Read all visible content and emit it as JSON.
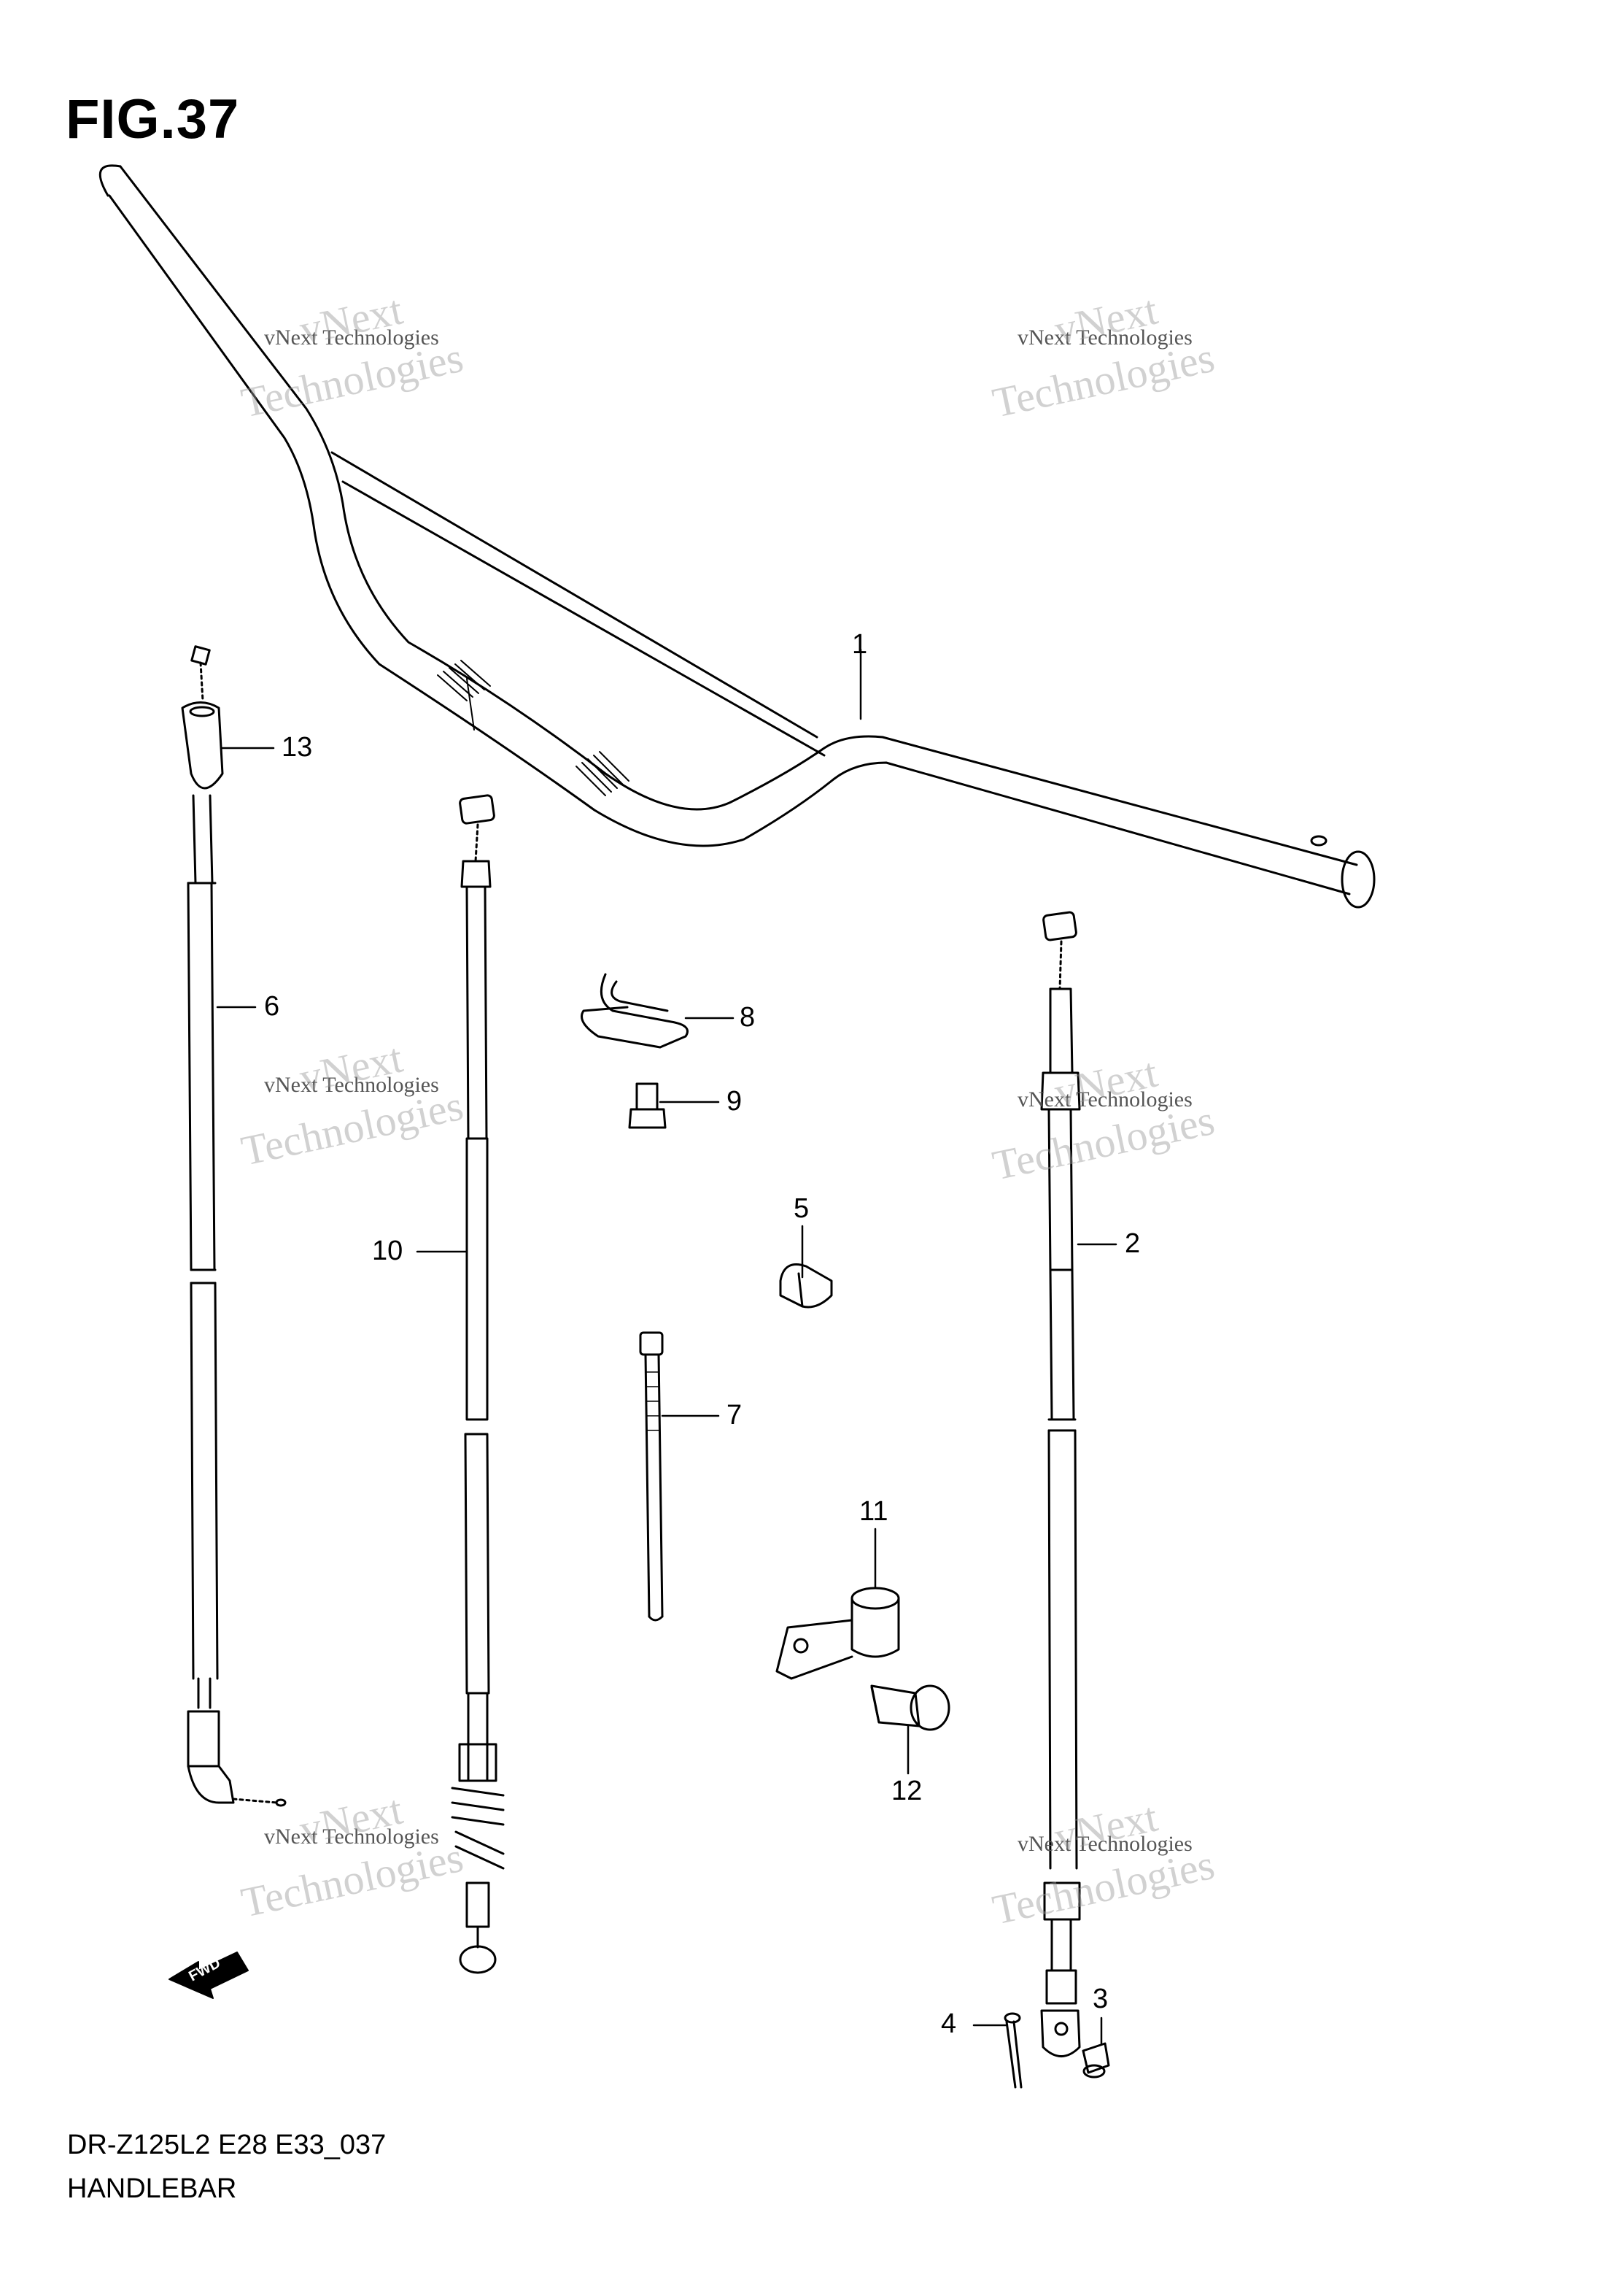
{
  "figure": {
    "title": "FIG.37"
  },
  "callouts": [
    "1",
    "2",
    "3",
    "4",
    "5",
    "6",
    "7",
    "8",
    "9",
    "10",
    "11",
    "12",
    "13"
  ],
  "footer": {
    "model_code": "DR-Z125L2 E28 E33_037",
    "section": "HANDLEBAR"
  },
  "fwd_arrow": {
    "label": "FWD"
  },
  "watermark": {
    "small": "vNext Technologies",
    "line1": "vNext",
    "line2": "Technologies"
  }
}
